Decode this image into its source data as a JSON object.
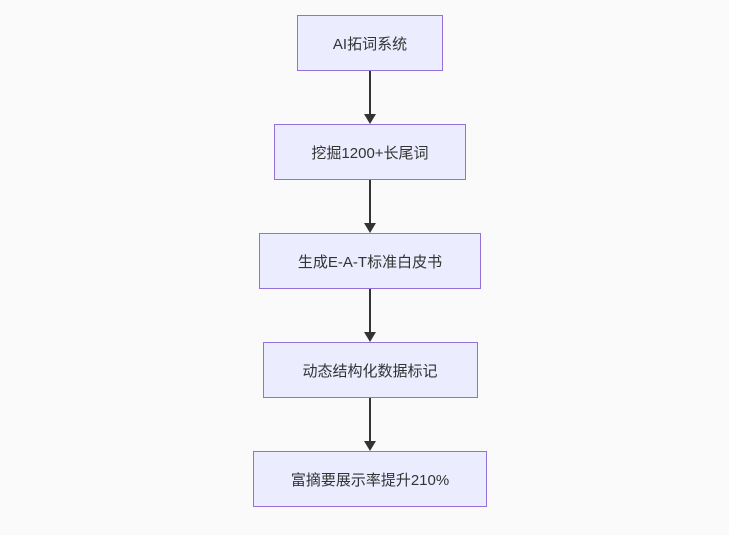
{
  "flowchart": {
    "type": "flowchart",
    "direction": "top-down",
    "nodes": [
      {
        "id": "A",
        "label": "AI拓词系统"
      },
      {
        "id": "B",
        "label": "挖掘1200+长尾词"
      },
      {
        "id": "C",
        "label": "生成E-A-T标准白皮书"
      },
      {
        "id": "D",
        "label": "动态结构化数据标记"
      },
      {
        "id": "E",
        "label": "富摘要展示率提升210%"
      }
    ],
    "edges": [
      {
        "from": "A",
        "to": "B"
      },
      {
        "from": "B",
        "to": "C"
      },
      {
        "from": "C",
        "to": "D"
      },
      {
        "from": "D",
        "to": "E"
      }
    ],
    "colors": {
      "node_fill": "#ECECFF",
      "node_border": "#9370DB",
      "arrow": "#333333",
      "text": "#333333",
      "background": "#FAFAFA"
    }
  }
}
